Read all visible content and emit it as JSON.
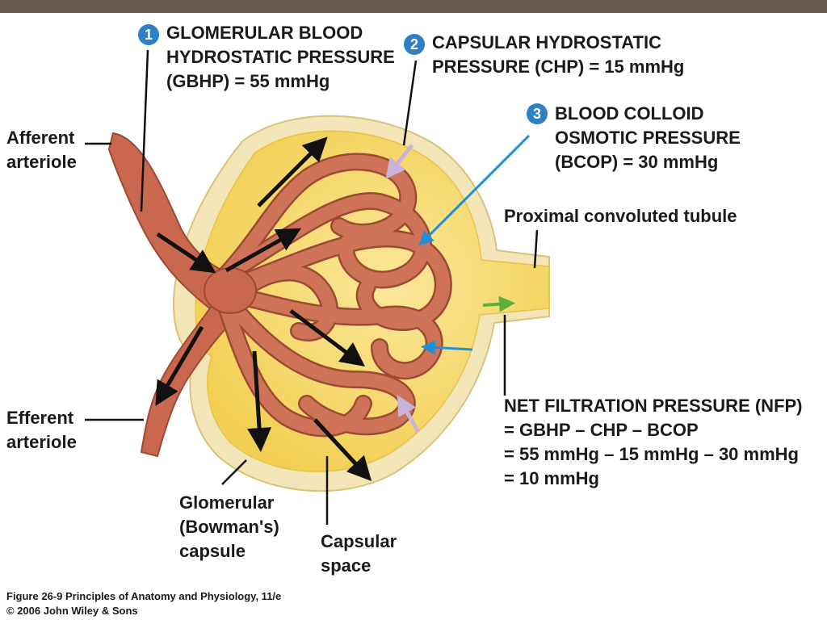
{
  "labels": {
    "gbhp": {
      "number": "1",
      "lines": [
        "GLOMERULAR BLOOD",
        "HYDROSTATIC PRESSURE",
        "(GBHP) = 55 mmHg"
      ]
    },
    "chp": {
      "number": "2",
      "lines": [
        "CAPSULAR HYDROSTATIC",
        "PRESSURE (CHP) = 15 mmHg"
      ]
    },
    "bcop": {
      "number": "3",
      "lines": [
        "BLOOD COLLOID",
        "OSMOTIC PRESSURE",
        "(BCOP) = 30 mmHg"
      ]
    },
    "afferent": [
      "Afferent",
      "arteriole"
    ],
    "efferent": [
      "Efferent",
      "arteriole"
    ],
    "proximal": "Proximal convoluted tubule",
    "nfp": [
      "NET FILTRATION PRESSURE (NFP)",
      "= GBHP – CHP – BCOP",
      "= 55 mmHg – 15 mmHg – 30 mmHg",
      "= 10 mmHg"
    ],
    "capsule": [
      "Glomerular",
      "(Bowman's)",
      "capsule"
    ],
    "space": [
      "Capsular",
      "space"
    ]
  },
  "credits": [
    "Figure 26-9  Principles of Anatomy and Physiology, 11/e",
    "© 2006 John Wiley & Sons"
  ],
  "colors": {
    "topbar": "#6b5b55",
    "capsule_fill": "#f7dc73",
    "capsule_wall": "#f2e6b8",
    "vessel": "#c9684e",
    "vessel_dark": "#9c4a33",
    "arrow_black": "#111111",
    "arrow_lavender": "#c8b3d9",
    "arrow_blue": "#1f8fd6",
    "arrow_green": "#5fae3f",
    "badge": "#2f7fc4"
  }
}
